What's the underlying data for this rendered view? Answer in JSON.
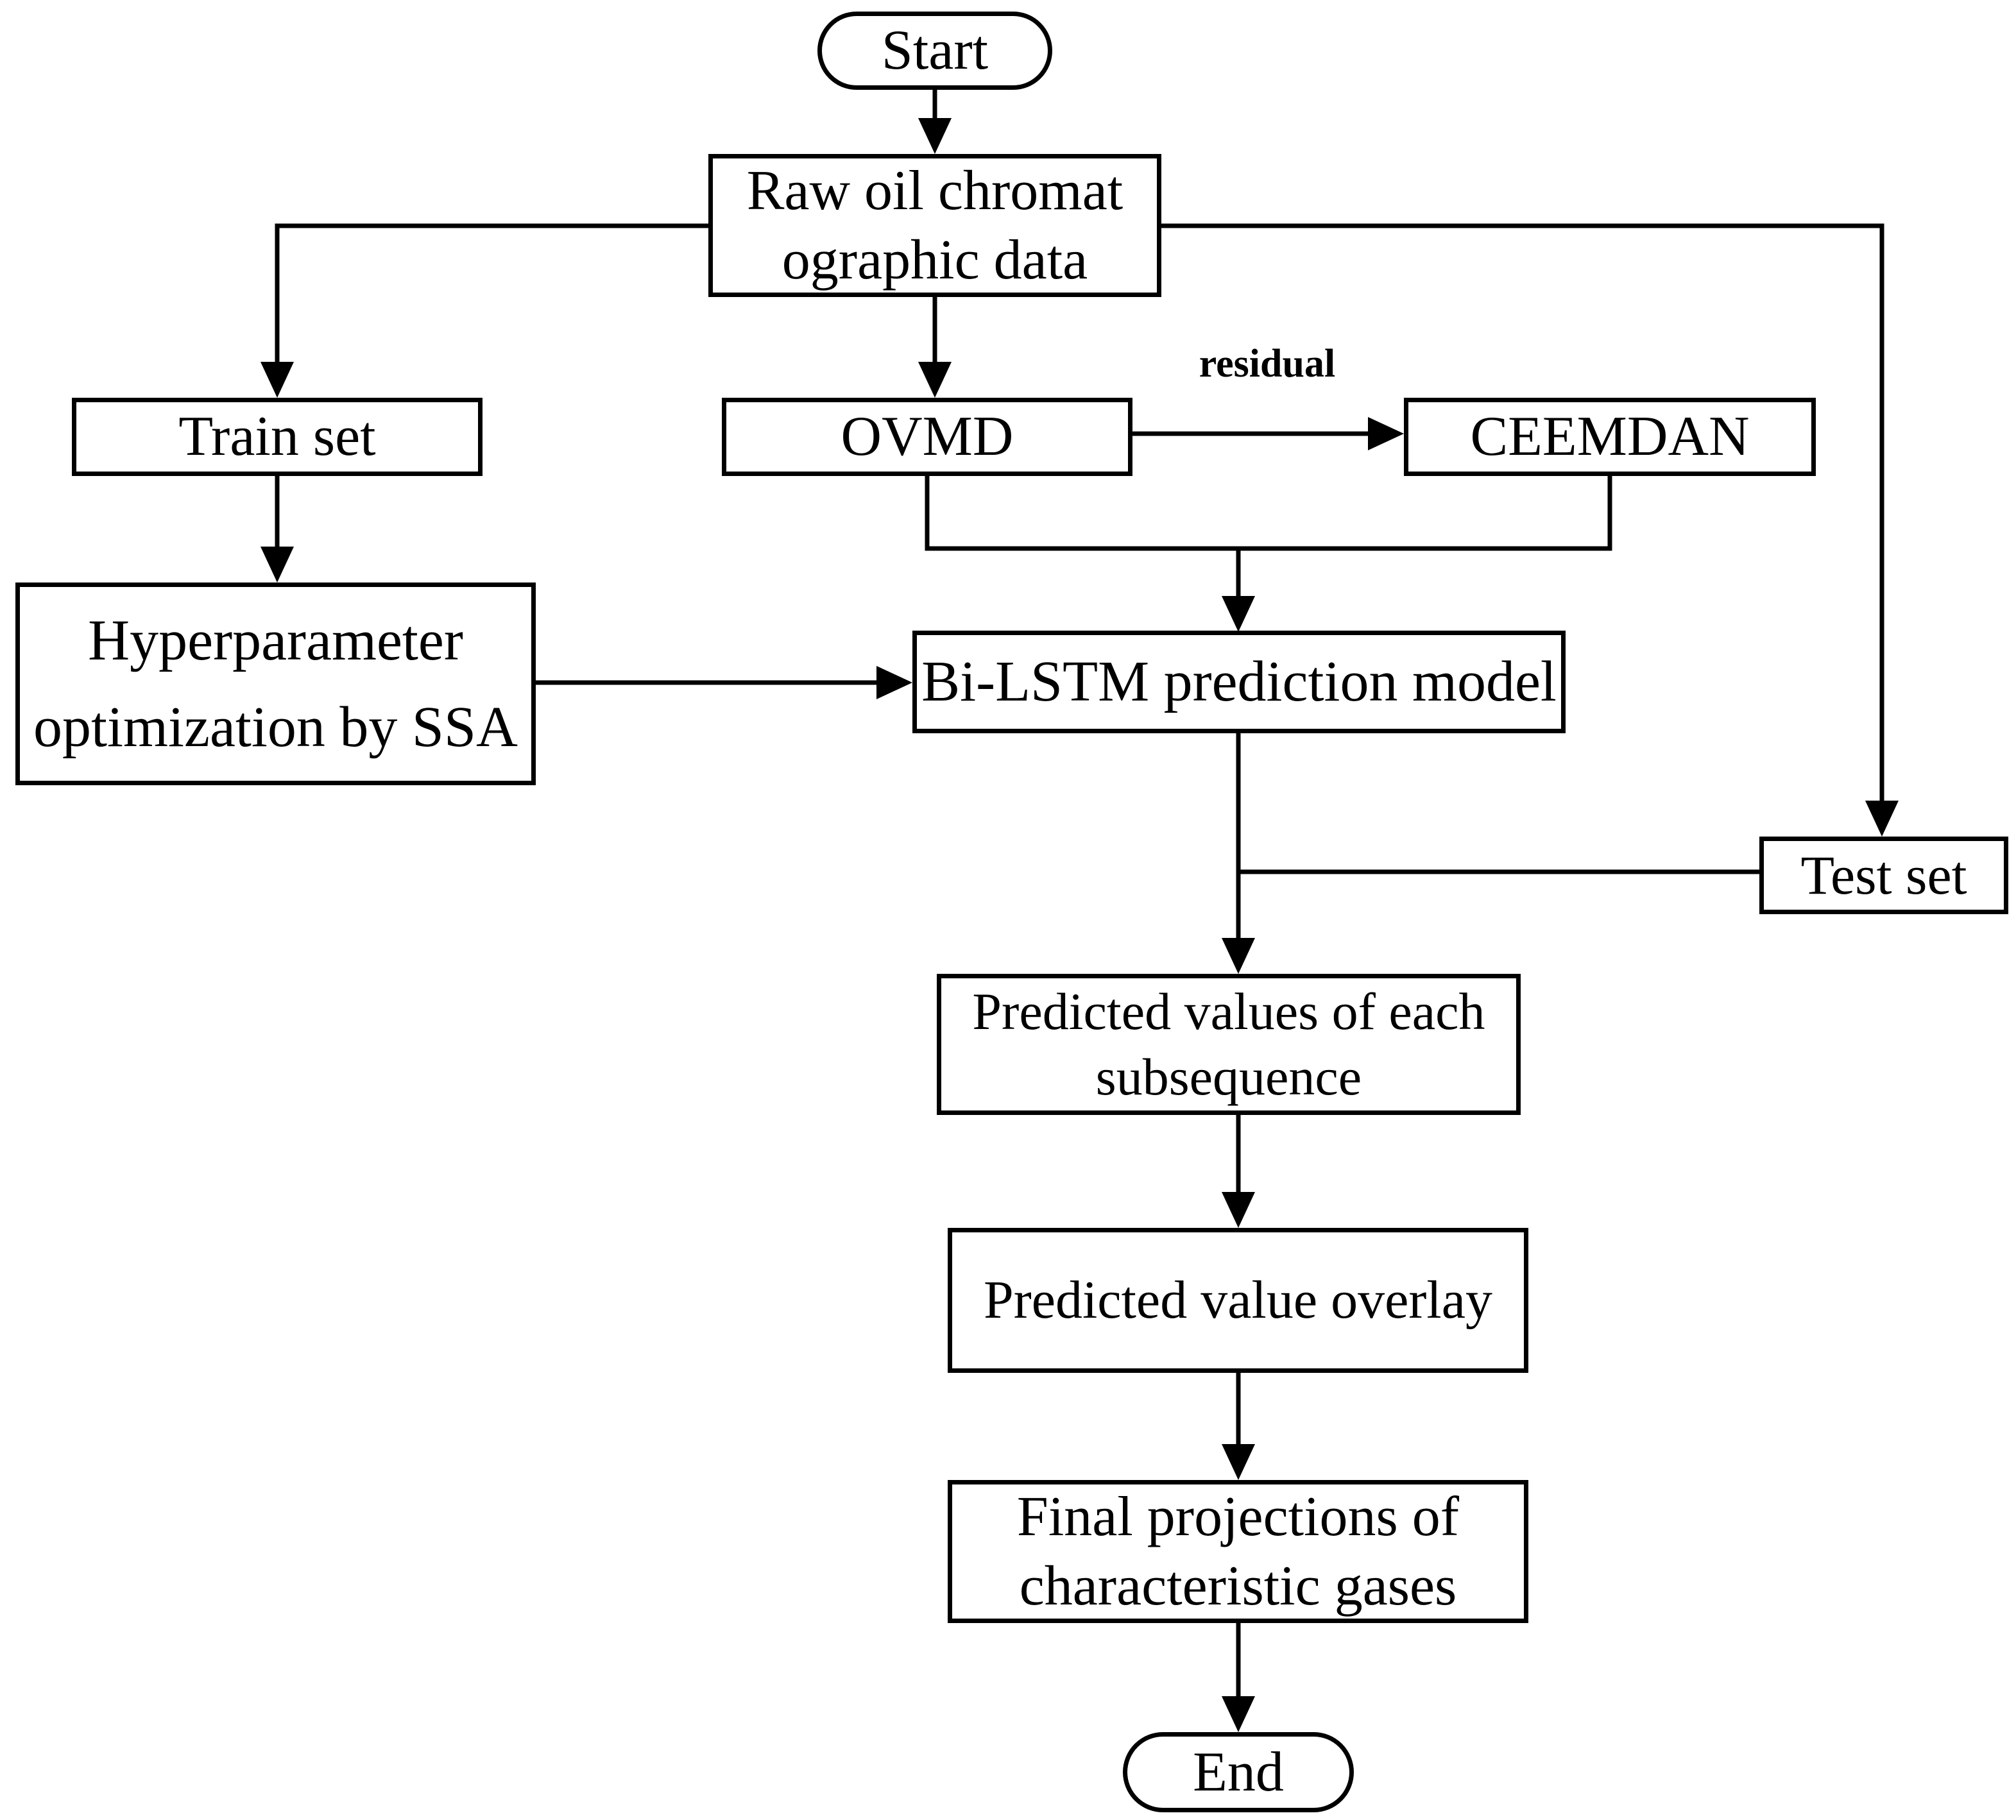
{
  "diagram": {
    "type": "flowchart",
    "colors": {
      "line": "#000000",
      "background": "#ffffff",
      "box_fill": "#ffffff"
    },
    "nodes": {
      "start": {
        "label": "Start"
      },
      "raw_data": {
        "line1": "Raw oil chromat",
        "line2": "ographic data"
      },
      "train_set": {
        "label": "Train set"
      },
      "ovmd": {
        "label": "OVMD"
      },
      "ceemdan": {
        "label": "CEEMDAN"
      },
      "hyperparameter": {
        "line1": "Hyperparameter",
        "line2": "optimization by SSA"
      },
      "bilstm": {
        "label": "Bi-LSTM prediction model"
      },
      "test_set": {
        "label": "Test set"
      },
      "predicted_values": {
        "line1": "Predicted values of each",
        "line2": "subsequence"
      },
      "overlay": {
        "label": "Predicted value overlay"
      },
      "final_projections": {
        "line1": "Final projections of",
        "line2": "characteristic gases"
      },
      "end": {
        "label": "End"
      }
    },
    "edge_labels": {
      "residual": "residual"
    }
  }
}
